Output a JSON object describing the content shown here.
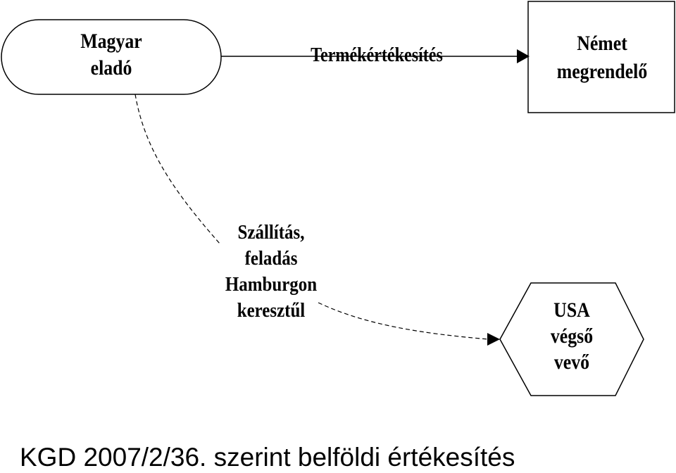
{
  "nodes": {
    "seller": {
      "lines": [
        "Magyar",
        "eladó"
      ]
    },
    "buyer": {
      "lines": [
        "Német",
        "megrendelő"
      ]
    },
    "usa": {
      "lines": [
        "USA",
        "végső",
        "vevő"
      ]
    }
  },
  "edges": {
    "sales": {
      "label": "Termékértékesítés"
    },
    "shipping": {
      "lines": [
        "Szállítás,",
        "feladás",
        "Hamburgon",
        "keresztűl"
      ]
    }
  },
  "caption": "KGD 2007/2/36. szerint belföldi értékesítés"
}
